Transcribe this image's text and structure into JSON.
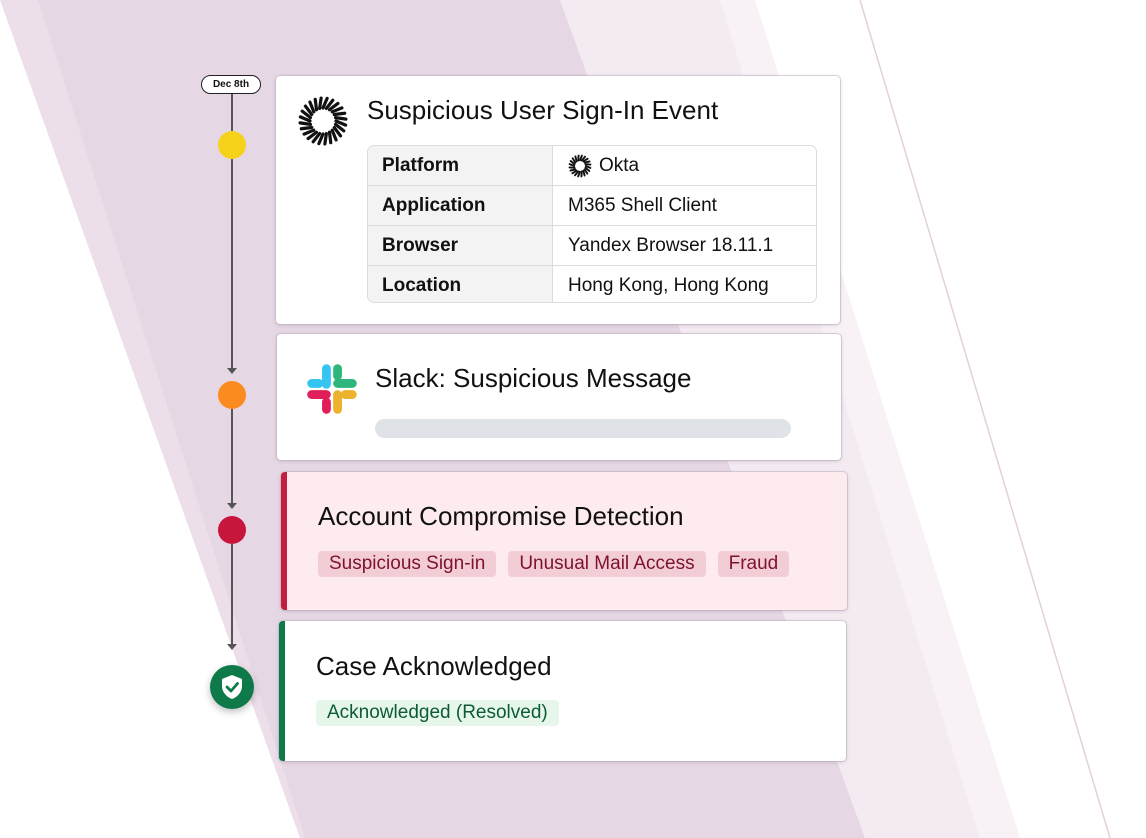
{
  "timeline": {
    "date_label": "Dec 8th",
    "event_colors": [
      "#f7d21a",
      "#fb8a1f",
      "#c8153c",
      "#0e7a4a"
    ]
  },
  "signin_card": {
    "icon": "okta-sunburst-icon",
    "title": "Suspicious User Sign-In Event",
    "rows": [
      {
        "key": "Platform",
        "value": "Okta",
        "icon": "okta-icon"
      },
      {
        "key": "Application",
        "value": "M365 Shell Client"
      },
      {
        "key": "Browser",
        "value": "Yandex Browser 18.11.1"
      },
      {
        "key": "Location",
        "value": "Hong Kong, Hong Kong"
      }
    ]
  },
  "slack_card": {
    "icon": "slack-logo-icon",
    "title": "Slack: Suspicious Message"
  },
  "detection_card": {
    "title": "Account Compromise Detection",
    "accent": "#c31d3f",
    "tags": [
      "Suspicious Sign-in",
      "Unusual Mail Access",
      "Fraud"
    ]
  },
  "ack_card": {
    "icon": "shield-check-icon",
    "title": "Case Acknowledged",
    "accent": "#0e7a4a",
    "tags": [
      "Acknowledged (Resolved)"
    ]
  }
}
